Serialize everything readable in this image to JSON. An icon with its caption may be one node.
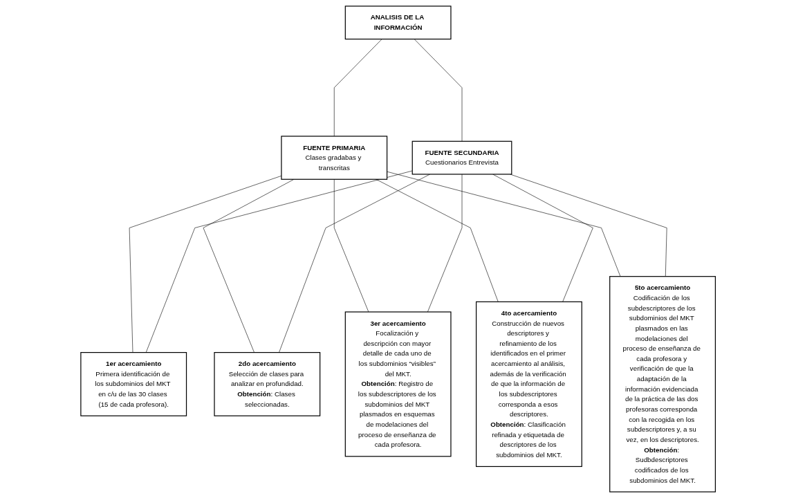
{
  "diagram": {
    "nodes": [
      {
        "text": [
          "ANALISIS DE LA INFORMACIÓN"
        ]
      },
      {
        "text": [
          "FUENTE PRIMARIA",
          "Clases gradabas y transcritas"
        ]
      },
      {
        "text": [
          "FUENTE SECUNDARIA",
          "Cuestionarios Entrevista"
        ]
      },
      {
        "text": [
          "1er acercamiento",
          "Primera identificación de los subdominios del MKT en c/u de las 30 clases (15 de cada profesora)."
        ]
      },
      {
        "text": [
          "2do acercamiento",
          "Selección de clases para analizar en profundidad.",
          "**Obtención**: Clases seleccionadas."
        ]
      },
      {
        "text": [
          "3er acercamiento",
          "Focalización y descripción con mayor detalle de cada uno de los subdominios “visibles” del MKT.",
          "**Obtención**: Registro de los subdescriptores de los subdominios del MKT plasmados en esquemas de modelaciones del proceso de enseñanza de cada profesora."
        ]
      },
      {
        "text": [
          "4to acercamiento",
          "Construcción de nuevos descriptores y refinamiento de los identificados en el primer acercamiento al análisis, además de la verificación de que la información de los subdescriptores corresponda a esos descriptores.",
          "**Obtención**: Clasificación refinada y etiquetada de descriptores de los subdominios del MKT."
        ]
      },
      {
        "text": [
          "5to acercamiento",
          "Codificación de los subdescriptores de los subdominios del MKT plasmados en las modelaciones del proceso de enseñanza de cada profesora y verificación de que la adaptación de la información evidenciada de la práctica de las dos profesoras corresponda con la recogida en los subdescriptores y, a su vez, en los descriptores.",
          "**Obtención**: Sudbdescriptores codificados de los subdominios del MKT."
        ]
      }
    ],
    "edges": [
      {
        "from": 0,
        "to": 1,
        "arrow": "none"
      },
      {
        "from": 0,
        "to": 2,
        "arrow": "none"
      },
      {
        "from": 1,
        "to": 3,
        "arrow": "none"
      },
      {
        "from": 1,
        "to": 4,
        "arrow": "none"
      },
      {
        "from": 1,
        "to": 5,
        "arrow": "none"
      },
      {
        "from": 1,
        "to": 6,
        "arrow": "none"
      },
      {
        "from": 1,
        "to": 7,
        "arrow": "none"
      },
      {
        "from": 2,
        "to": 3,
        "arrow": "none"
      },
      {
        "from": 2,
        "to": 4,
        "arrow": "none"
      },
      {
        "from": 2,
        "to": 5,
        "arrow": "none"
      },
      {
        "from": 2,
        "to": 6,
        "arrow": "none"
      },
      {
        "from": 2,
        "to": 7,
        "arrow": "none"
      }
    ]
  }
}
